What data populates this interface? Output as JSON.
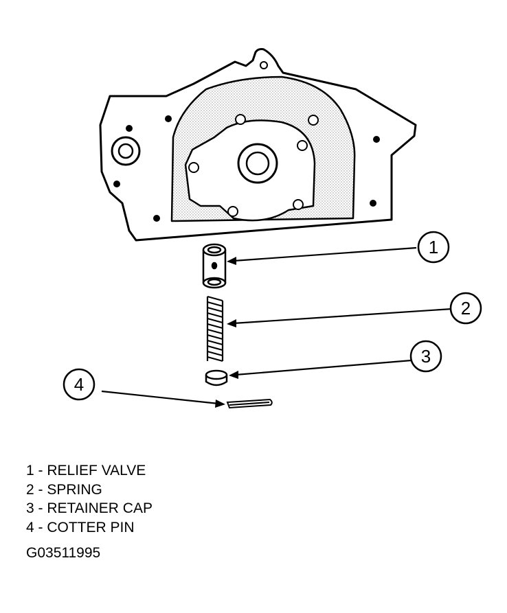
{
  "callouts": [
    {
      "number": "1",
      "text": "RELIEF VALVE"
    },
    {
      "number": "2",
      "text": "SPRING"
    },
    {
      "number": "3",
      "text": "RETAINER CAP"
    },
    {
      "number": "4",
      "text": "COTTER PIN"
    }
  ],
  "legend": [
    "1 - RELIEF VALVE",
    "2 - SPRING",
    "3 - RETAINER CAP",
    "4 - COTTER PIN"
  ],
  "figure_id": "G03511995"
}
